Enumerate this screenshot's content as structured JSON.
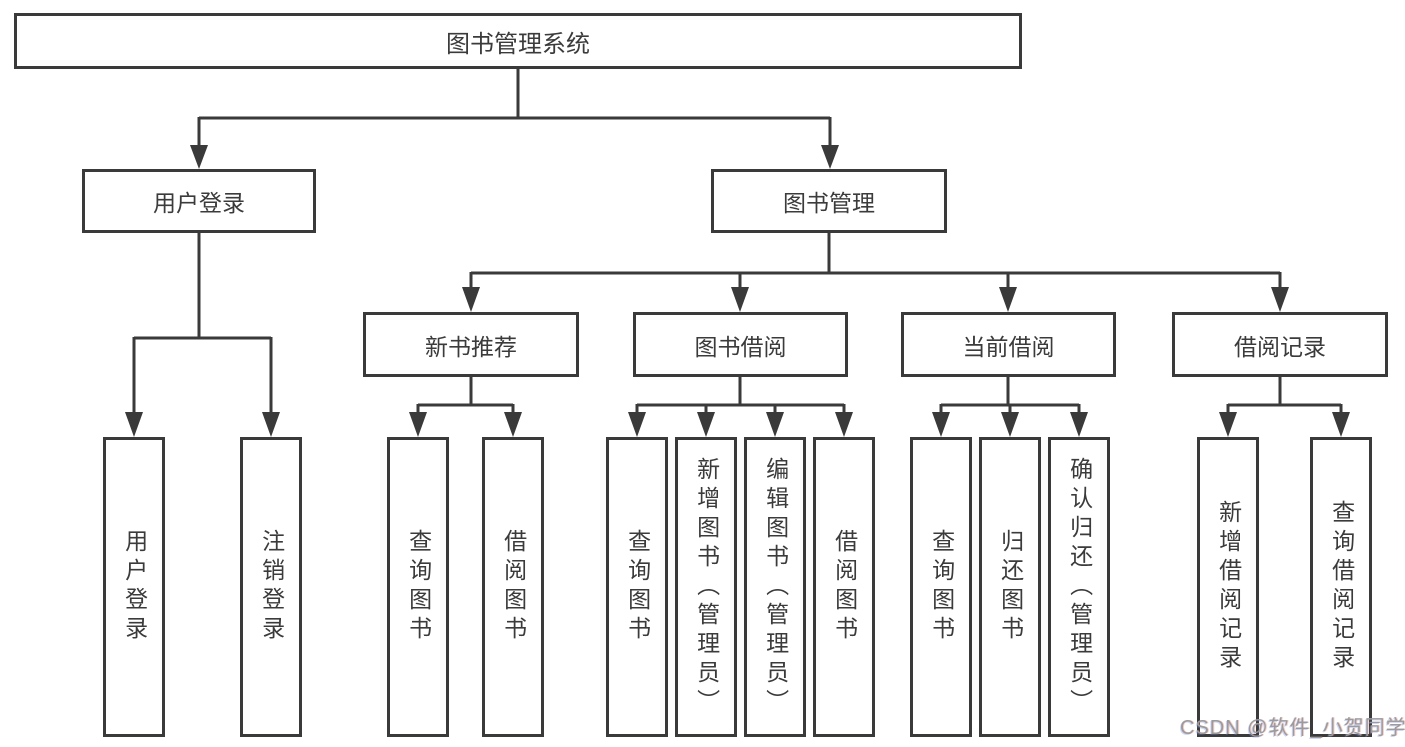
{
  "diagram": {
    "title": "图书管理系统",
    "tree": {
      "label": "图书管理系统",
      "children": [
        {
          "label": "用户登录",
          "children": [
            {
              "label": "用户登录"
            },
            {
              "label": "注销登录"
            }
          ]
        },
        {
          "label": "图书管理",
          "children": [
            {
              "label": "新书推荐",
              "children": [
                {
                  "label": "查询图书"
                },
                {
                  "label": "借阅图书"
                }
              ]
            },
            {
              "label": "图书借阅",
              "children": [
                {
                  "label": "查询图书"
                },
                {
                  "label": "新增图书（管理员）"
                },
                {
                  "label": "编辑图书（管理员）"
                },
                {
                  "label": "借阅图书"
                }
              ]
            },
            {
              "label": "当前借阅",
              "children": [
                {
                  "label": "查询图书"
                },
                {
                  "label": "归还图书"
                },
                {
                  "label": "确认归还（管理员）"
                }
              ]
            },
            {
              "label": "借阅记录",
              "children": [
                {
                  "label": "新增借阅记录"
                },
                {
                  "label": "查询借阅记录"
                }
              ]
            }
          ]
        }
      ]
    },
    "watermark": "CSDN @软件_小贺同学",
    "colors": {
      "line": "#3a3a3a",
      "box_border": "#3a3a3a",
      "box_background": "#ffffff",
      "text": "#3b3b3b",
      "watermark": "#9b9b9b"
    }
  }
}
